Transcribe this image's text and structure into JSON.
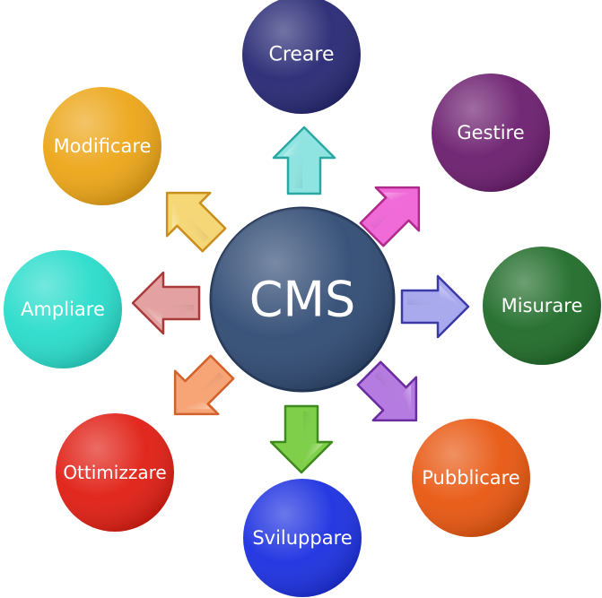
{
  "center": {
    "label": "CMS",
    "color": "#2f4a73"
  },
  "nodes": [
    {
      "id": "creare",
      "label": "Creare",
      "color": "#262773"
    },
    {
      "id": "gestire",
      "label": "Gestire",
      "color": "#6b1d6e"
    },
    {
      "id": "misurare",
      "label": "Misurare",
      "color": "#1f6b28"
    },
    {
      "id": "pubblicare",
      "label": "Pubblicare",
      "color": "#e8560f"
    },
    {
      "id": "sviluppare",
      "label": "Sviluppare",
      "color": "#1b2fe0"
    },
    {
      "id": "ottimizzare",
      "label": "Ottimizzare",
      "color": "#e01d12"
    },
    {
      "id": "ampliare",
      "label": "Ampliare",
      "color": "#28dccb"
    },
    {
      "id": "modificare",
      "label": "Modificare",
      "color": "#eca516"
    }
  ],
  "arrows": [
    {
      "to": "creare",
      "fill": "#8fe3e0",
      "stroke": "#2aa7a1"
    },
    {
      "to": "gestire",
      "fill": "#f06ad8",
      "stroke": "#b02a8c"
    },
    {
      "to": "misurare",
      "fill": "#a9a9ee",
      "stroke": "#3a3aa8"
    },
    {
      "to": "pubblicare",
      "fill": "#b57be0",
      "stroke": "#6a2ca0"
    },
    {
      "to": "sviluppare",
      "fill": "#7fcf4a",
      "stroke": "#3f8a1f"
    },
    {
      "to": "ottimizzare",
      "fill": "#f7a477",
      "stroke": "#d2612a"
    },
    {
      "to": "ampliare",
      "fill": "#e4a1a1",
      "stroke": "#a83a3a"
    },
    {
      "to": "modificare",
      "fill": "#f6d777",
      "stroke": "#c98f1c"
    }
  ]
}
